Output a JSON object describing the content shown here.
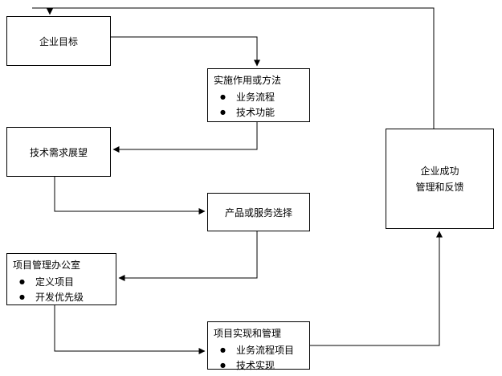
{
  "diagram": {
    "bullet": "●",
    "boxes": {
      "enterprise_goal": {
        "title": "企业目标"
      },
      "implementation_method": {
        "title": "实施作用或方法",
        "items": [
          "业务流程",
          "技术功能"
        ]
      },
      "tech_requirements": {
        "title": "技术需求展望"
      },
      "product_selection": {
        "title": "产品或服务选择"
      },
      "pmo": {
        "title": "项目管理办公室",
        "items": [
          "定义项目",
          "开发优先级"
        ]
      },
      "project_implementation": {
        "title": "项目实现和管理",
        "items": [
          "业务流程项目",
          "技术实现"
        ]
      },
      "enterprise_success": {
        "title_line1": "企业成功",
        "title_line2": "管理和反馈"
      }
    },
    "colors": {
      "line": "#000000",
      "box_border": "#000000",
      "background": "#ffffff",
      "text": "#000000"
    }
  }
}
